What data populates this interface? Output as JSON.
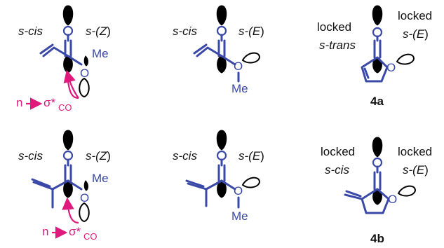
{
  "colors": {
    "structure": "#3a49a8",
    "arrow": "#e0197d",
    "text": "#111111"
  },
  "labels": {
    "s_cis": "s-cis",
    "s_paren": "s-(",
    "Z": "Z",
    "E": "E",
    "close_paren": ")",
    "locked": "locked",
    "s_trans": "s-trans",
    "O": "O",
    "Me": "Me",
    "n": "n",
    "sigma_star": "σ*",
    "co_sub": "CO",
    "compound_4a": "4a",
    "compound_4b": "4b"
  }
}
